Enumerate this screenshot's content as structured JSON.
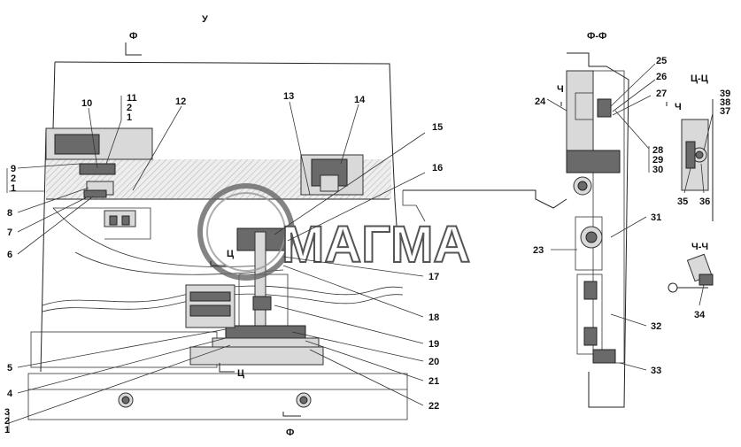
{
  "diagram": {
    "view_labels": {
      "main_view": "У",
      "section_ff": "Ф-Ф",
      "section_tsts": "Ц-Ц",
      "section_chch": "Ч-Ч"
    },
    "cut_marks": {
      "f_top": "Ф",
      "f_bottom": "Ф",
      "ts_mid": "Ц",
      "ts_bottom": "Ц",
      "ch_left": "Ч",
      "ch_right": "Ч"
    },
    "stacked_labels": {
      "left_9_2_1": [
        "9",
        "2",
        "1"
      ],
      "top_11_2_1": [
        "11",
        "2",
        "1"
      ],
      "bottom_3_2_1": [
        "3",
        "2",
        "1"
      ],
      "right_28_29_30": [
        "28",
        "29",
        "30"
      ],
      "right_39_38_37": [
        "39",
        "38",
        "37"
      ]
    },
    "part_numbers": {
      "n4": "4",
      "n5": "5",
      "n6": "6",
      "n7": "7",
      "n8": "8",
      "n10": "10",
      "n12": "12",
      "n13": "13",
      "n14": "14",
      "n15": "15",
      "n16": "16",
      "n17": "17",
      "n18": "18",
      "n19": "19",
      "n20": "20",
      "n21": "21",
      "n22": "22",
      "n23": "23",
      "n24": "24",
      "n25": "25",
      "n26": "26",
      "n27": "27",
      "n31": "31",
      "n32": "32",
      "n33": "33",
      "n34": "34",
      "n35": "35",
      "n36": "36"
    },
    "watermark": "МАГМА",
    "colors": {
      "line": "#222222",
      "fill": "#d9d9d9",
      "dark": "#6a6a6a"
    }
  }
}
